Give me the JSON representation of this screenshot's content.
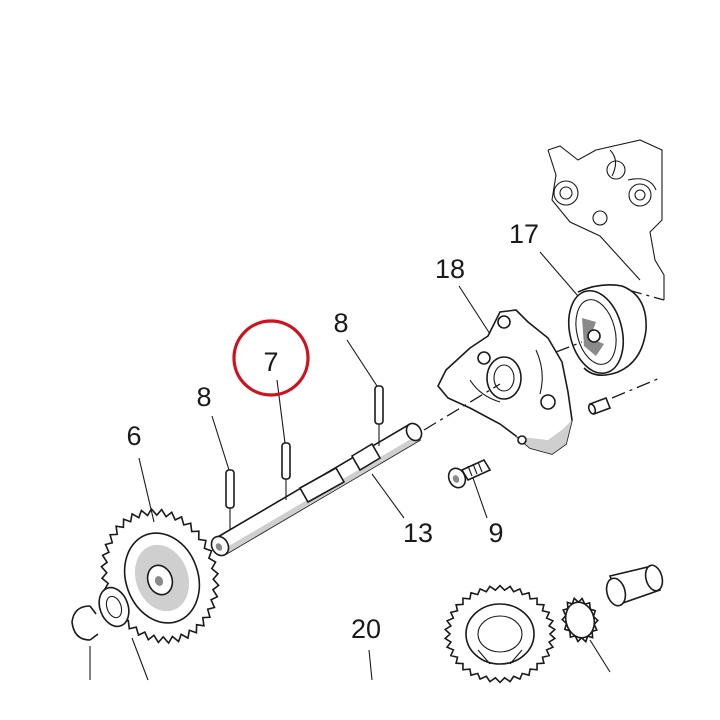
{
  "diagram": {
    "highlight_color": "#d0101c",
    "highlighted_callout": "7",
    "callouts": [
      {
        "id": "c6",
        "label": "6"
      },
      {
        "id": "c7",
        "label": "7"
      },
      {
        "id": "c8a",
        "label": "8"
      },
      {
        "id": "c8b",
        "label": "8"
      },
      {
        "id": "c9",
        "label": "9"
      },
      {
        "id": "c13",
        "label": "13"
      },
      {
        "id": "c17",
        "label": "17"
      },
      {
        "id": "c18",
        "label": "18"
      },
      {
        "id": "c20",
        "label": "20"
      }
    ]
  }
}
